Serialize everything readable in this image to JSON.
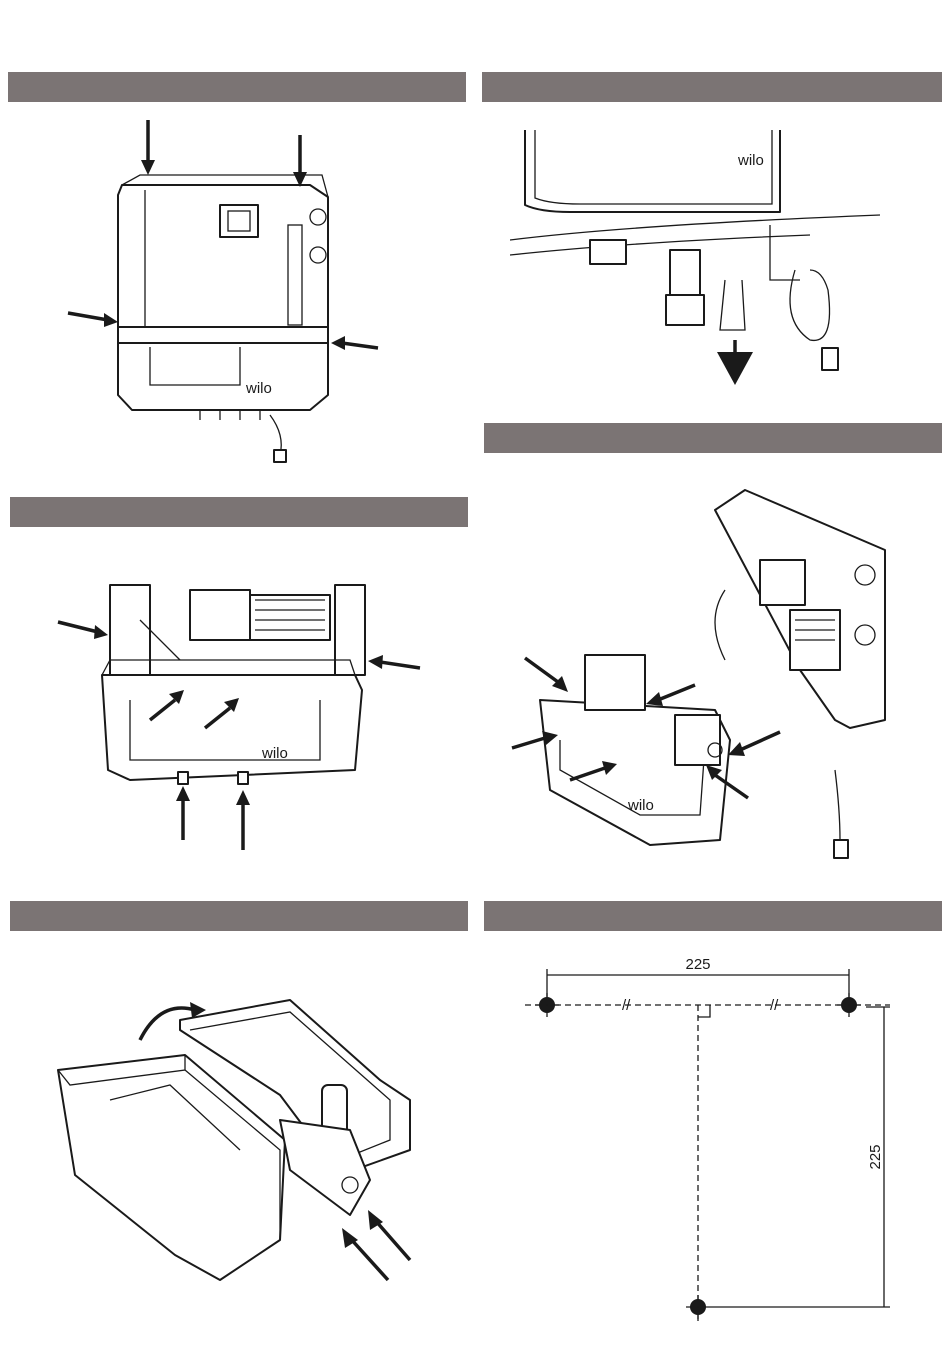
{
  "logo_text": "wilo",
  "panels": [
    {
      "id": "step-1",
      "label": ""
    },
    {
      "id": "step-2",
      "label": ""
    },
    {
      "id": "step-3",
      "label": ""
    },
    {
      "id": "step-4",
      "label": ""
    },
    {
      "id": "step-5",
      "label": ""
    },
    {
      "id": "step-6",
      "label": ""
    }
  ],
  "mounting": {
    "horizontal_distance": "225",
    "vertical_distance": "225",
    "parallel_mark": "//"
  }
}
